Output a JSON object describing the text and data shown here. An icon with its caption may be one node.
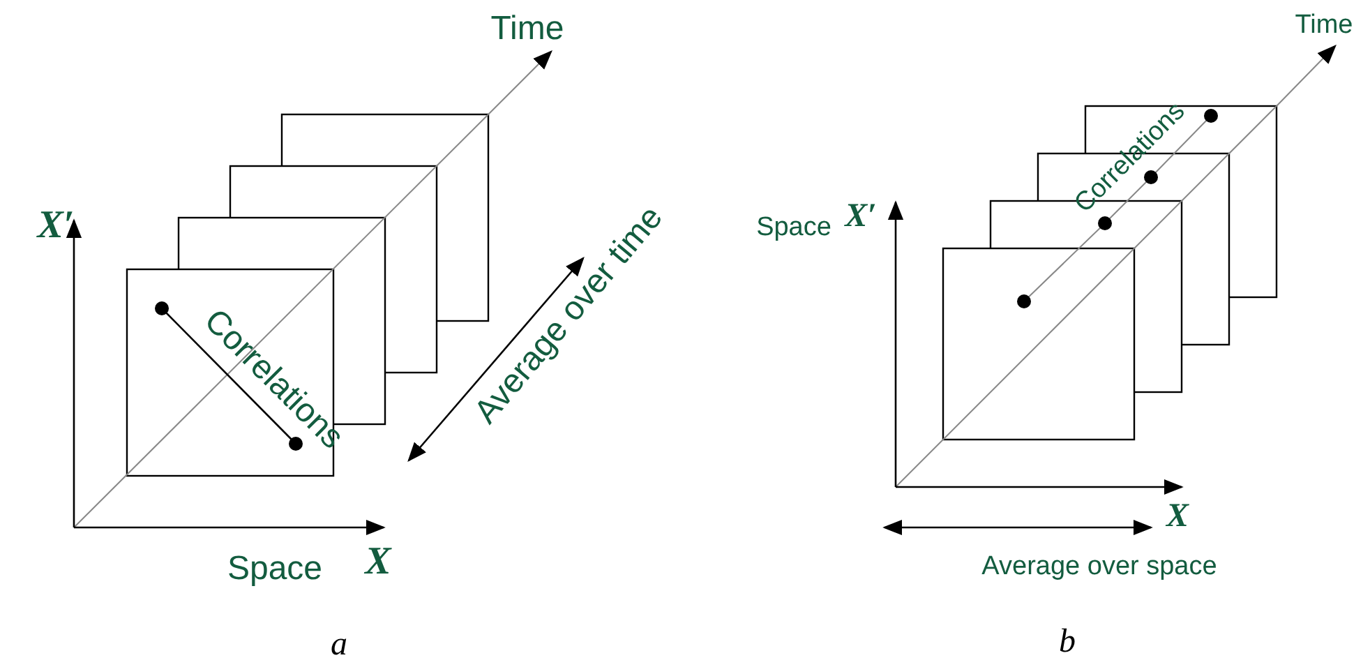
{
  "diagram": {
    "labels": [
      "X′",
      "Time",
      "Correlations",
      "Average over time",
      "Space",
      "X",
      "a",
      "Time",
      "Correlations",
      "Space",
      "X′",
      "X",
      "Average over space",
      "b"
    ]
  }
}
